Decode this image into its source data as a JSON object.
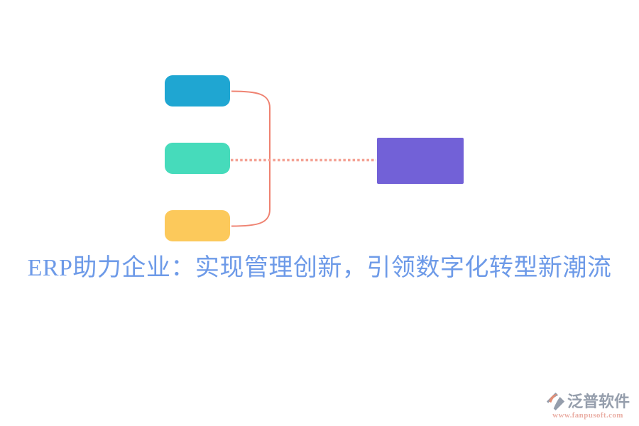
{
  "title": {
    "text": "ERP助力企业：实现管理创新，引领数字化转型新潮流",
    "color": "#6d9ae8"
  },
  "diagram": {
    "nodes": {
      "top": {
        "color": "#1fa6d2"
      },
      "middle": {
        "color": "#46dbbb"
      },
      "bottom": {
        "color": "#fcc95b"
      },
      "target": {
        "color": "#7261d7"
      }
    },
    "connectors": {
      "bracket_color": "#ef8271",
      "dotted_color": "#f4a294"
    }
  },
  "watermark": {
    "brand": "泛普软件",
    "url": "www.fanpusoft.com",
    "brand_color": "#9099a8",
    "url_color": "#e9aba1",
    "logo_gray": "#9099a8",
    "logo_accent": "#e2886e"
  }
}
